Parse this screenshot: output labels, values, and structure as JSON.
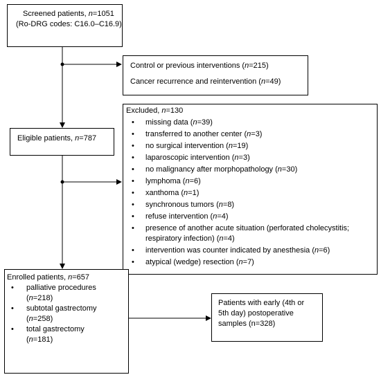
{
  "screened": {
    "label": "Screened patients, ",
    "n_italic": "n",
    "value": "=1051",
    "codes": "(Ro-DRG codes: C16.0–C16.9)"
  },
  "control": {
    "line1_pre": "Control or previous interventions (",
    "line1_val": "=215)",
    "line2_pre": "Cancer recurrence and reintervention (",
    "line2_val": "=49)"
  },
  "eligible": {
    "label": "Eligible patients, ",
    "value": "=787"
  },
  "excluded": {
    "title": "Excluded, ",
    "title_value": "=130",
    "items": [
      {
        "pre": "missing data (",
        "val": "=39)"
      },
      {
        "pre": "transferred to another center (",
        "val": "=3)"
      },
      {
        "pre": "no surgical intervention (",
        "val": "=19)"
      },
      {
        "pre": "laparoscopic intervention (",
        "val": "=3)"
      },
      {
        "pre": "no malignancy after morphopathology  (",
        "val": "=30)"
      },
      {
        "pre": "lymphoma (",
        "val": "=6)"
      },
      {
        "pre": "xanthoma (",
        "val": "=1)"
      },
      {
        "pre": "synchronous tumors (",
        "val": "=8)"
      },
      {
        "pre": "refuse intervention (",
        "val": "=4)"
      },
      {
        "pre": "presence of another acute situation (perforated cholecystitis; respiratory infection)  (",
        "val": "=4)"
      },
      {
        "pre": "intervention was counter indicated by anesthesia (",
        "val": "=6)"
      },
      {
        "pre": "atypical (wedge) resection (",
        "val": "=7)"
      }
    ]
  },
  "enrolled": {
    "title": "Enrolled patients, ",
    "title_value": "=657",
    "items": [
      {
        "label": "palliative procedures",
        "val": "=218)"
      },
      {
        "label": "subtotal gastrectomy",
        "val": "=258)"
      },
      {
        "label": "total gastrectomy",
        "val": "=181)"
      }
    ]
  },
  "postop": {
    "line1": "Patients with early (4th or",
    "line2": "5th day) postoperative",
    "line3": "samples (n=328)"
  },
  "bullet_char": "•",
  "n_letter": "n",
  "open_paren": "("
}
